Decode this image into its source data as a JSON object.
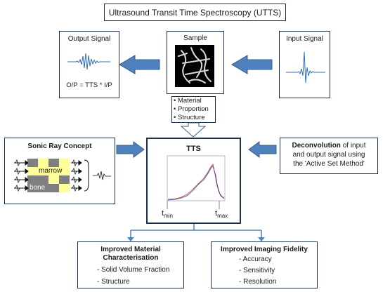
{
  "title": "Ultrasound Transit Time Spectroscopy (UTTS)",
  "output_signal": {
    "heading": "Output Signal",
    "equation": "O/P = TTS * I/P"
  },
  "sample": {
    "heading": "Sample",
    "bullets": [
      "Material",
      "Proportion",
      "Structure"
    ]
  },
  "input_signal": {
    "heading": "Input Signal"
  },
  "sonic_ray": {
    "heading": "Sonic Ray Concept",
    "marrow_label": "marrow",
    "bone_label": "bone"
  },
  "tts": {
    "heading": "TTS",
    "tmin": "t",
    "tmin_sub": "min",
    "tmax": "t",
    "tmax_sub": "max"
  },
  "deconvolution": {
    "bold": "Deconvolution",
    "line1_rest": " of input",
    "line2": "and output signal using",
    "line3": "the 'Active Set Method'"
  },
  "material": {
    "heading_line1": "Improved Material",
    "heading_line2": "Characterisation",
    "items": [
      "- Solid Volume Fraction",
      "- Structure"
    ]
  },
  "imaging": {
    "heading": "Improved Imaging Fidelity",
    "items": [
      "- Accuracy",
      "- Sensitivity",
      "- Resolution"
    ]
  },
  "colors": {
    "border": "#1f2f4a",
    "arrow_fill": "#4f81bd",
    "arrow_stroke": "#385d8a",
    "marrow": "#ffff99",
    "bone": "#7f7f7f",
    "signal": "#2e6db5"
  }
}
